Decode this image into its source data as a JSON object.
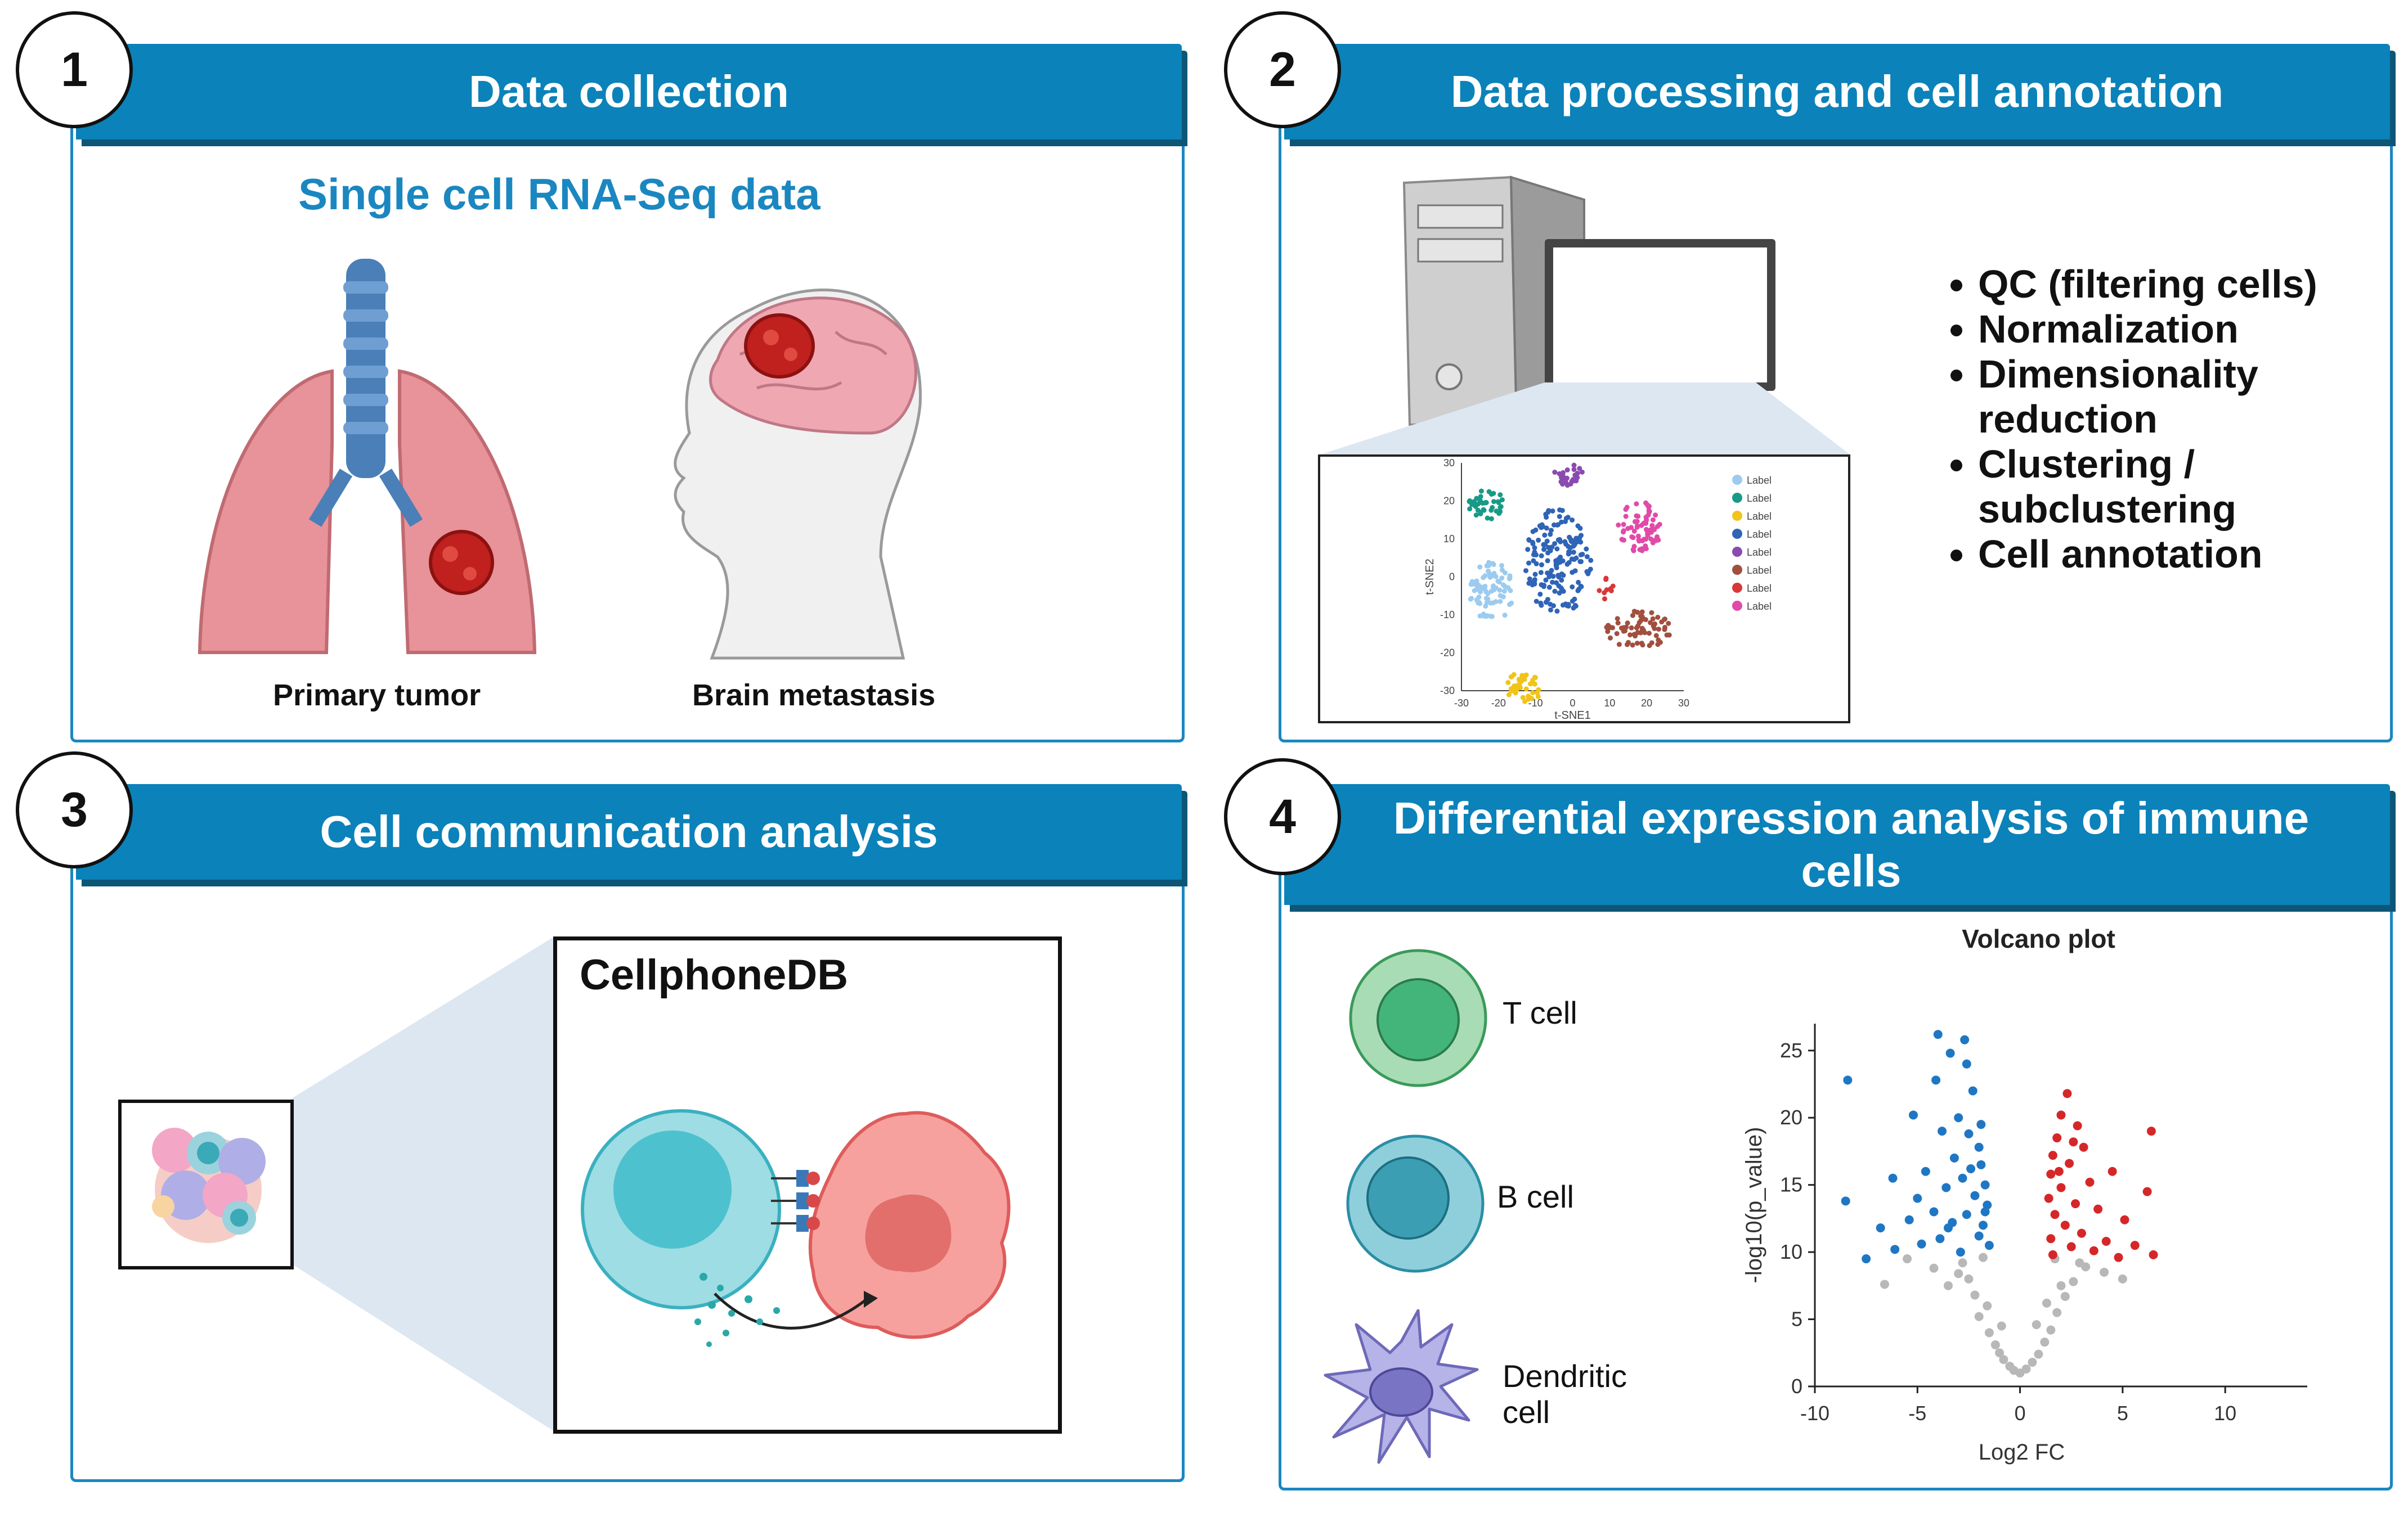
{
  "panels": {
    "p1": {
      "number": "1",
      "title": "Data collection",
      "subtitle": "Single cell RNA-Seq data",
      "left_caption": "Primary tumor",
      "right_caption": "Brain metastasis"
    },
    "p2": {
      "number": "2",
      "title": "Data processing and cell annotation",
      "steps": [
        "QC (filtering cells)",
        "Normalization",
        "Dimensionality reduction",
        "Clustering / subclustering",
        "Cell annotation"
      ],
      "tsne": {
        "xlabel": "t-SNE1",
        "ylabel": "t-SNE2",
        "xticks": [
          "-30",
          "-20",
          "-10",
          "0",
          "10",
          "20",
          "30"
        ],
        "yticks": [
          "30",
          "20",
          "10",
          "0",
          "-10",
          "-20",
          "-30"
        ],
        "legend_label": "Label"
      }
    },
    "p3": {
      "number": "3",
      "title": "Cell communication analysis",
      "tool": "CellphoneDB"
    },
    "p4": {
      "number": "4",
      "title": "Differential expression analysis of immune cells",
      "cells": [
        "T cell",
        "B cell",
        "Dendritic cell"
      ]
    }
  },
  "colors": {
    "header": "#0b82b9",
    "header_shadow": "#0d5677",
    "border": "#1b87c0",
    "subtitle": "#1b87c0",
    "up": "#d62728",
    "down": "#1f77c4",
    "ns": "#b8b8b8"
  },
  "chart_data": {
    "type": "scatter",
    "title": "Volcano plot",
    "xlabel": "Log2 FC",
    "ylabel": "-log10(p_value)",
    "xlim": [
      -10,
      14
    ],
    "ylim": [
      0,
      27
    ],
    "xticks": [
      -10,
      -5,
      0,
      5,
      10
    ],
    "yticks": [
      0,
      5,
      10,
      15,
      20,
      25
    ],
    "series": [
      {
        "color": "#b8b8b8",
        "points": [
          [
            -3.5,
            7.5
          ],
          [
            -2.2,
            6.8
          ],
          [
            -2.0,
            5.2
          ],
          [
            -1.5,
            4.0
          ],
          [
            -1.2,
            3.1
          ],
          [
            -1.0,
            2.5
          ],
          [
            -0.8,
            2.0
          ],
          [
            -0.5,
            1.5
          ],
          [
            -0.3,
            1.2
          ],
          [
            0,
            1.0
          ],
          [
            0.3,
            1.3
          ],
          [
            0.6,
            1.8
          ],
          [
            0.9,
            2.4
          ],
          [
            1.2,
            3.3
          ],
          [
            1.5,
            4.2
          ],
          [
            1.8,
            5.5
          ],
          [
            2.2,
            6.7
          ],
          [
            2.6,
            7.8
          ],
          [
            3.2,
            8.9
          ],
          [
            -2.8,
            9.2
          ],
          [
            -3.0,
            8.4
          ],
          [
            -4.2,
            8.8
          ],
          [
            -5.5,
            9.5
          ],
          [
            -6.6,
            7.6
          ],
          [
            -1.8,
            9.6
          ],
          [
            1.7,
            9.5
          ],
          [
            2.9,
            9.2
          ],
          [
            4.1,
            8.5
          ],
          [
            5.0,
            8.0
          ],
          [
            -2.5,
            8.0
          ],
          [
            2.0,
            7.5
          ],
          [
            -1.6,
            6.0
          ],
          [
            1.3,
            6.2
          ],
          [
            -0.9,
            4.5
          ],
          [
            0.8,
            4.6
          ]
        ]
      },
      {
        "color": "#1f77c4",
        "points": [
          [
            -8.4,
            22.8
          ],
          [
            -4.0,
            26.2
          ],
          [
            -2.7,
            25.8
          ],
          [
            -3.4,
            24.8
          ],
          [
            -2.6,
            24.0
          ],
          [
            -4.1,
            22.8
          ],
          [
            -2.3,
            22.0
          ],
          [
            -5.2,
            20.2
          ],
          [
            -3.0,
            20.0
          ],
          [
            -3.8,
            19.0
          ],
          [
            -2.5,
            18.8
          ],
          [
            -2.0,
            17.8
          ],
          [
            -3.2,
            17.0
          ],
          [
            -1.9,
            16.5
          ],
          [
            -4.6,
            16.0
          ],
          [
            -2.8,
            15.5
          ],
          [
            -1.7,
            15.0
          ],
          [
            -6.2,
            15.5
          ],
          [
            -3.6,
            14.8
          ],
          [
            -2.2,
            14.2
          ],
          [
            -5.0,
            14.0
          ],
          [
            -1.6,
            13.5
          ],
          [
            -8.5,
            13.8
          ],
          [
            -4.2,
            13.0
          ],
          [
            -2.6,
            12.8
          ],
          [
            -3.3,
            12.2
          ],
          [
            -1.8,
            12.0
          ],
          [
            -6.8,
            11.8
          ],
          [
            -5.4,
            12.4
          ],
          [
            -2.0,
            11.2
          ],
          [
            -3.9,
            11.0
          ],
          [
            -4.8,
            10.6
          ],
          [
            -1.5,
            10.5
          ],
          [
            -7.5,
            9.5
          ],
          [
            -2.9,
            10.0
          ],
          [
            -6.1,
            10.2
          ],
          [
            -1.9,
            19.5
          ],
          [
            -2.4,
            16.2
          ],
          [
            -1.7,
            13.0
          ],
          [
            -3.5,
            11.8
          ]
        ]
      },
      {
        "color": "#d62728",
        "points": [
          [
            2.3,
            21.8
          ],
          [
            6.4,
            19.0
          ],
          [
            2.0,
            20.2
          ],
          [
            2.8,
            19.4
          ],
          [
            1.8,
            18.5
          ],
          [
            3.1,
            17.8
          ],
          [
            1.6,
            17.2
          ],
          [
            2.4,
            16.6
          ],
          [
            4.5,
            16.0
          ],
          [
            1.5,
            15.8
          ],
          [
            3.4,
            15.2
          ],
          [
            2.0,
            14.8
          ],
          [
            6.2,
            14.5
          ],
          [
            1.4,
            14.0
          ],
          [
            2.7,
            13.6
          ],
          [
            3.8,
            13.2
          ],
          [
            1.7,
            12.8
          ],
          [
            5.1,
            12.4
          ],
          [
            2.2,
            12.0
          ],
          [
            3.0,
            11.4
          ],
          [
            1.5,
            11.0
          ],
          [
            4.2,
            10.8
          ],
          [
            6.5,
            9.8
          ],
          [
            2.5,
            10.4
          ],
          [
            3.6,
            10.1
          ],
          [
            1.6,
            9.8
          ],
          [
            5.6,
            10.5
          ],
          [
            4.8,
            9.6
          ],
          [
            1.9,
            16.0
          ],
          [
            2.6,
            18.2
          ]
        ]
      }
    ]
  }
}
